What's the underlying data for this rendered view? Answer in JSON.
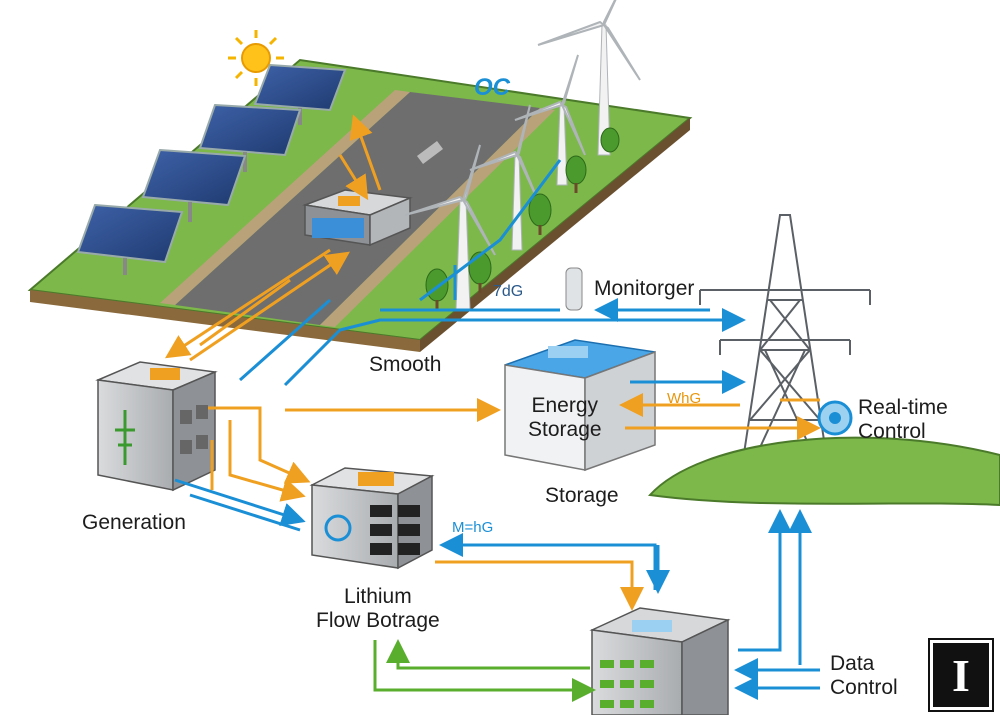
{
  "labels": {
    "oc": "OC",
    "road_code": "7dG",
    "monitor": "Monitorger",
    "smooth": "Smooth",
    "energy_storage": "Energy\nStorage",
    "whg": "WhG",
    "realtime_control": "Real-time\nControl",
    "storage": "Storage",
    "generation": "Generation",
    "mhg": "M=hG",
    "lithium": "Lithium\nFlow Botrage",
    "data_control": "Data\nControl"
  },
  "badge": {
    "letter": "I"
  },
  "colors": {
    "flow_orange": "#f0a020",
    "flow_blue": "#1b8fd6",
    "flow_green": "#5aae2e",
    "grass": "#7cb84a",
    "road": "#6e6e6e",
    "panel": "#2f4f8f",
    "unit_grey": "#c9cbcd"
  },
  "icons": [
    "sun-icon",
    "solar-panel-icon",
    "wind-turbine-icon",
    "transmission-tower-icon",
    "tree-icon",
    "battery-icon",
    "server-rack-icon",
    "gauge-icon"
  ]
}
